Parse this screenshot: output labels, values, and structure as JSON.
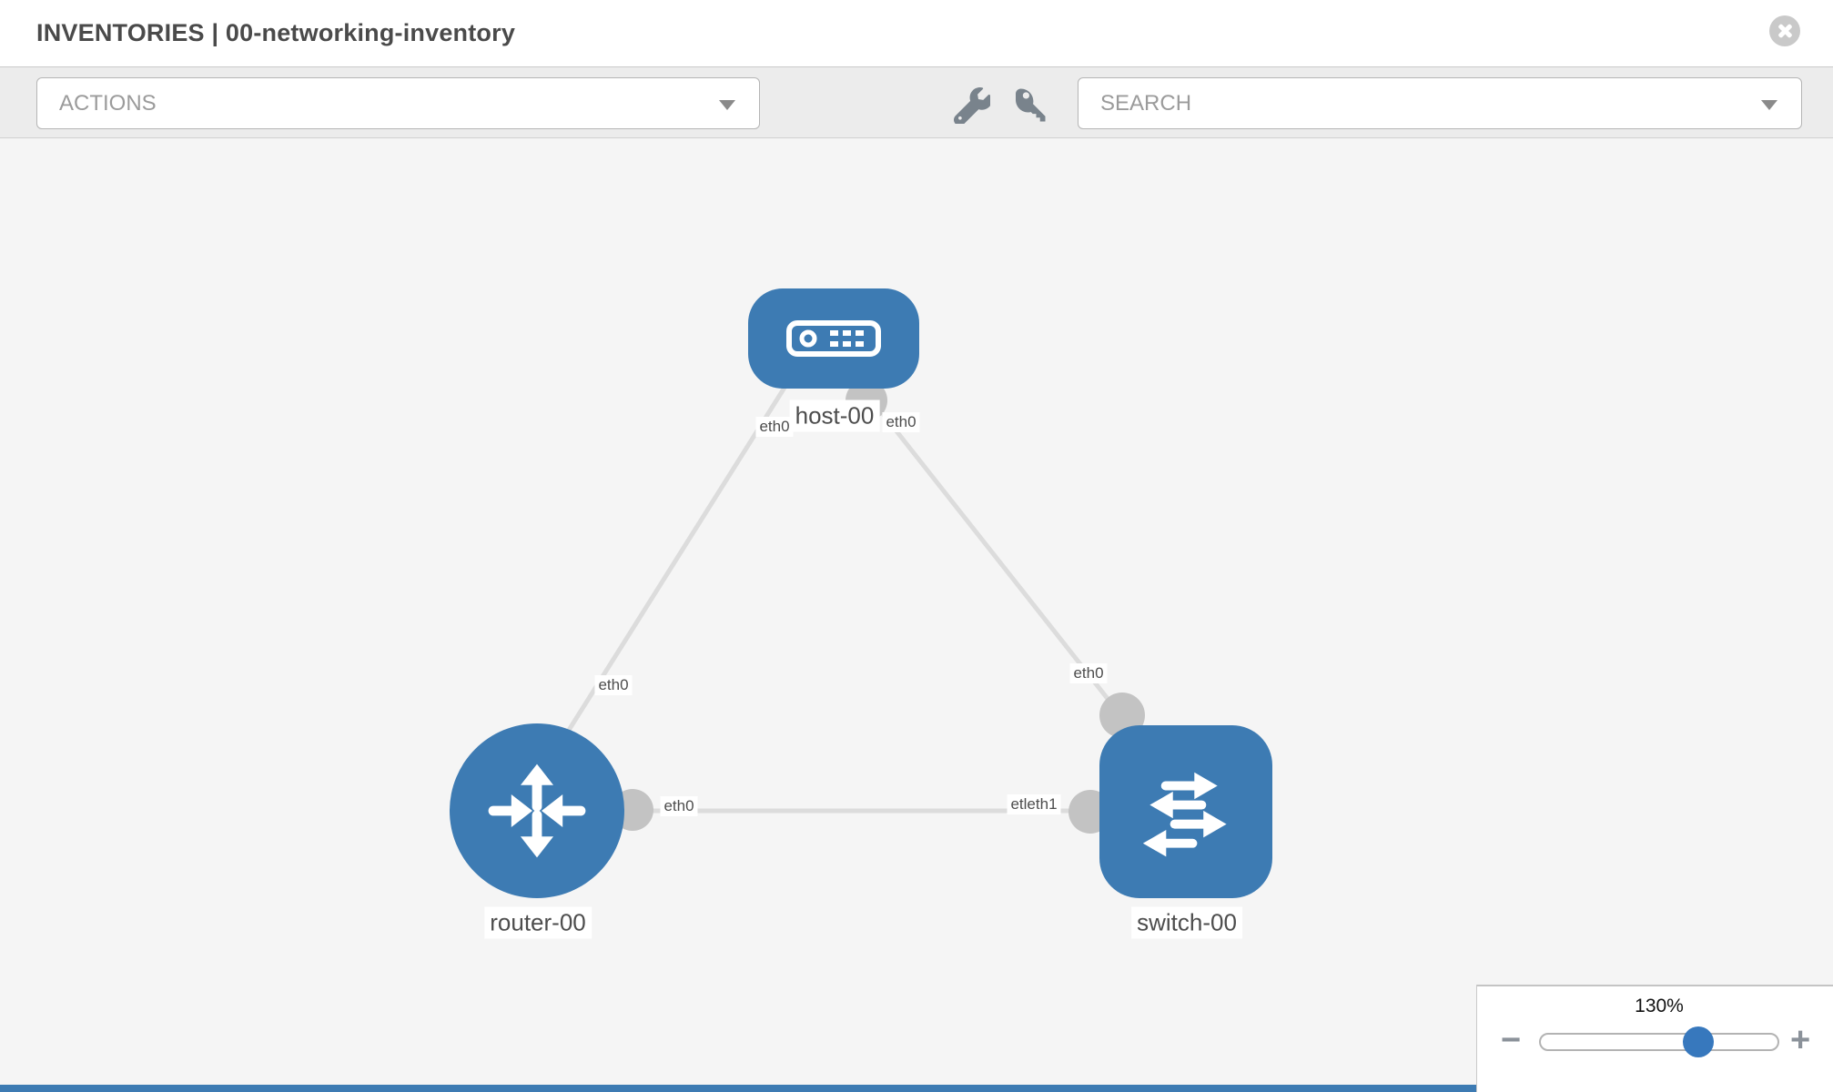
{
  "header": {
    "title": "INVENTORIES | 00-networking-inventory"
  },
  "toolbar": {
    "actions_label": "ACTIONS",
    "search_label": "SEARCH",
    "icons": [
      "wrench-icon",
      "key-icon"
    ]
  },
  "topology": {
    "nodes": [
      {
        "id": "host-00",
        "type": "host",
        "label": "host-00"
      },
      {
        "id": "router-00",
        "type": "router",
        "label": "router-00"
      },
      {
        "id": "switch-00",
        "type": "switch",
        "label": "switch-00"
      }
    ],
    "links": [
      {
        "from": "host-00",
        "to": "router-00",
        "from_iface": "eth0",
        "to_iface": "eth0"
      },
      {
        "from": "host-00",
        "to": "switch-00",
        "from_iface": "eth0",
        "to_iface": "eth0"
      },
      {
        "from": "router-00",
        "to": "switch-00",
        "from_iface": "eth0",
        "to_iface": "etleth1"
      }
    ],
    "iface_labels": [
      {
        "text": "eth0"
      },
      {
        "text": "eth0"
      },
      {
        "text": "eth0"
      },
      {
        "text": "eth0"
      },
      {
        "text": "eth0"
      },
      {
        "text": "etleth1"
      }
    ]
  },
  "zoom_control": {
    "value": "130%",
    "minus": "−",
    "plus": "+"
  },
  "colors": {
    "node_blue": "#3d7bb3",
    "link_gray": "#dcdcdc",
    "port_gray": "#c3c3c3",
    "canvas_bg": "#f5f5f5",
    "toolbar_bg": "#ececec"
  }
}
